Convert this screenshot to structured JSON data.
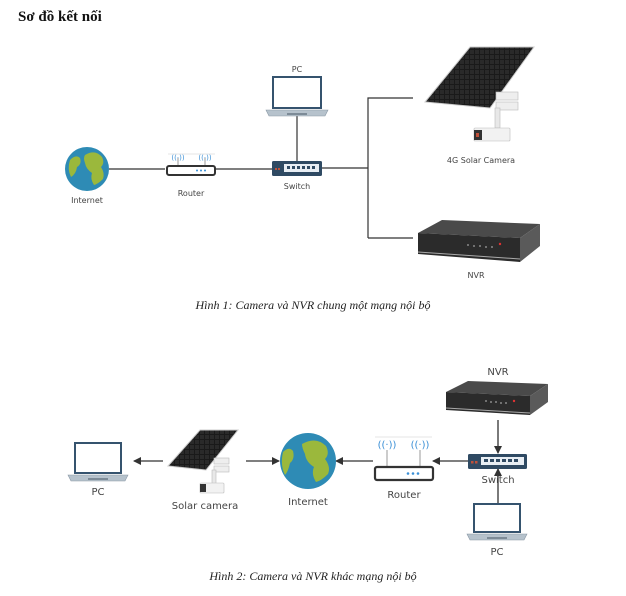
{
  "title": "Sơ đồ kết nối",
  "figure1": {
    "caption": "Hình 1: Camera và NVR chung một mạng nội bộ",
    "nodes": {
      "internet": "Internet",
      "router": "Router",
      "switch": "Switch",
      "pc": "PC",
      "solar_camera": "4G Solar Camera",
      "nvr": "NVR"
    },
    "connections": [
      [
        "Internet",
        "Router"
      ],
      [
        "Router",
        "Switch"
      ],
      [
        "PC",
        "Switch"
      ],
      [
        "Switch",
        "4G Solar Camera"
      ],
      [
        "Switch",
        "NVR"
      ]
    ]
  },
  "figure2": {
    "caption": "Hình 2: Camera và NVR khác mạng nội bộ",
    "nodes": {
      "pc_left": "PC",
      "solar_camera": "Solar camera",
      "internet": "Internet",
      "router": "Router",
      "switch": "Switch",
      "nvr": "NVR",
      "pc_bottom": "PC"
    },
    "connections": [
      [
        "Solar camera",
        "PC"
      ],
      [
        "Solar camera",
        "Internet"
      ],
      [
        "Router",
        "Internet"
      ],
      [
        "Switch",
        "Router"
      ],
      [
        "NVR",
        "Switch"
      ],
      [
        "PC",
        "Switch"
      ]
    ]
  },
  "colors": {
    "line": "#333333",
    "globe_ocean": "#2e8bb5",
    "globe_land": "#9bb83c",
    "device_navy": "#2f4a63",
    "wifi_blue": "#3a8fd6"
  }
}
